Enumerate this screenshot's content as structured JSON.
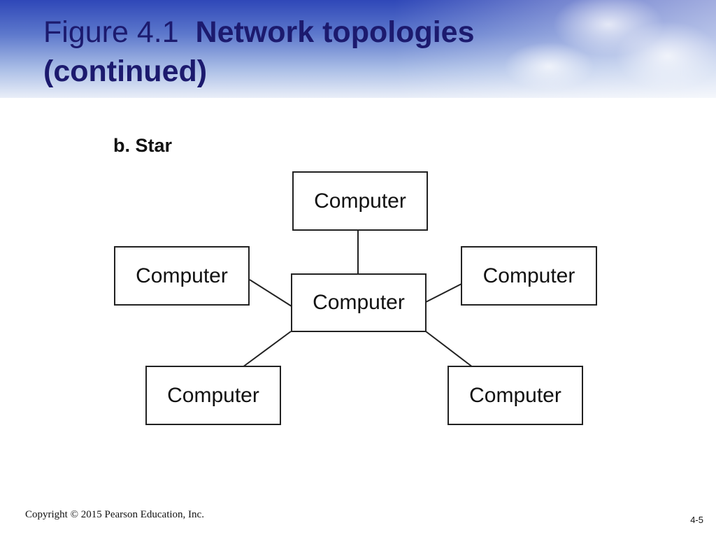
{
  "slide": {
    "title_prefix": "Figure 4.1",
    "title_main": "Network topologies",
    "title_continued": "(continued)",
    "diagram_label": "b. Star",
    "footer_copyright": "Copyright © 2015 Pearson Education, Inc.",
    "page_number": "4-5"
  },
  "diagram": {
    "type": "star",
    "hub": {
      "label": "Computer"
    },
    "nodes": [
      {
        "label": "Computer"
      },
      {
        "label": "Computer"
      },
      {
        "label": "Computer"
      },
      {
        "label": "Computer"
      },
      {
        "label": "Computer"
      }
    ]
  }
}
